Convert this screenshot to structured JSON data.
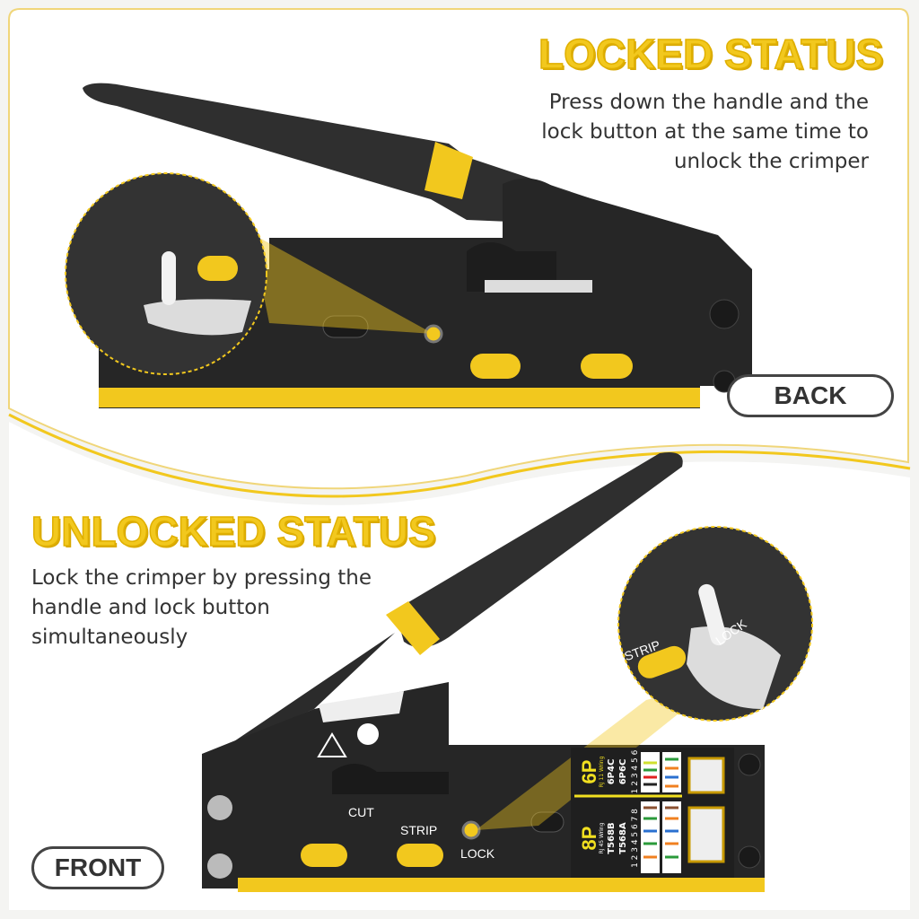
{
  "locked": {
    "title": "LOCKED STATUS",
    "description_lines": [
      "Press down the handle and the",
      "lock button at the same time to",
      "unlock the crimper"
    ],
    "view_badge": "BACK"
  },
  "unlocked": {
    "title": "UNLOCKED STATUS",
    "description_lines": [
      "Lock the crimper by pressing the",
      "handle and lock button",
      "simultaneously"
    ],
    "view_badge": "FRONT"
  },
  "tool_labels": {
    "cut": "CUT",
    "strip": "STRIP",
    "lock": "LOCK",
    "zoom_strip": "STRIP",
    "zoom_lock": "LOCK"
  },
  "wiring_chart": {
    "rj11_title": "6P",
    "rj11_sub": "RJ 11 Wring",
    "rj11_standards": [
      "6P4C",
      "6P6C"
    ],
    "rj11_pins": "1 2 3 4 5 6",
    "rj45_title": "8P",
    "rj45_sub": "RJ 45 Wring",
    "rj45_standards": [
      "T568B",
      "T568A"
    ],
    "rj45_pins": "1 2 3 4 5 6 7 8"
  },
  "colors": {
    "accent_yellow": "#f2c81e",
    "tool_black": "#2b2b2b",
    "handle_grey": "#3a3a3a"
  }
}
